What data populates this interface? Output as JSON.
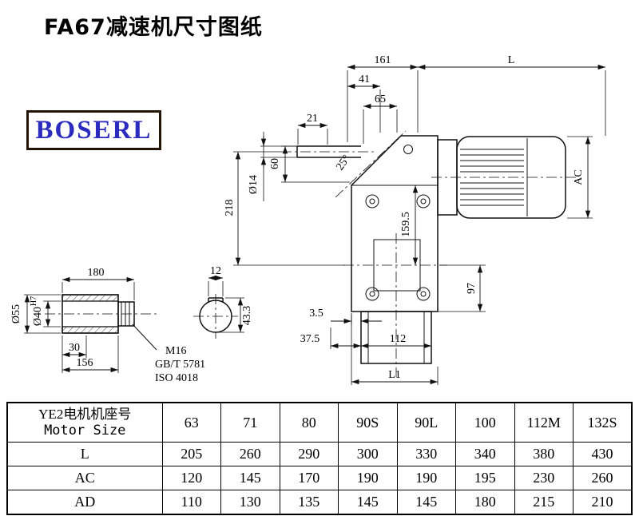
{
  "page": {
    "title": "FA67减速机尺寸图纸"
  },
  "logo": {
    "text": "BOSERL"
  },
  "dims": {
    "d161": "161",
    "L": "L",
    "d41": "41",
    "d65": "65",
    "d21": "21",
    "d60": "60",
    "dia14": "Ø14",
    "d218": "218",
    "a25": "25°",
    "d159_5": "159.5",
    "AC": "AC",
    "d97": "97",
    "d3_5": "3.5",
    "d37_5": "37.5",
    "d112": "112",
    "L1": "L1"
  },
  "detail": {
    "d180": "180",
    "d12": "12",
    "dia55": "Ø55",
    "dia40": "Ø40",
    "tol": "H7",
    "d30": "30",
    "d156": "156",
    "d43_3": "43.3",
    "m16": "M16",
    "gbt": "GB/T 5781",
    "iso": "ISO 4018"
  },
  "table": {
    "header_cn": "YE2电机机座号",
    "header_en": "Motor Size",
    "columns": [
      "63",
      "71",
      "80",
      "90S",
      "90L",
      "100",
      "112M",
      "132S"
    ],
    "rows": [
      {
        "label": "L",
        "values": [
          "205",
          "260",
          "290",
          "300",
          "330",
          "340",
          "380",
          "430"
        ]
      },
      {
        "label": "AC",
        "values": [
          "120",
          "145",
          "170",
          "190",
          "190",
          "195",
          "230",
          "260"
        ]
      },
      {
        "label": "AD",
        "values": [
          "110",
          "130",
          "135",
          "145",
          "145",
          "180",
          "215",
          "210"
        ]
      }
    ]
  }
}
